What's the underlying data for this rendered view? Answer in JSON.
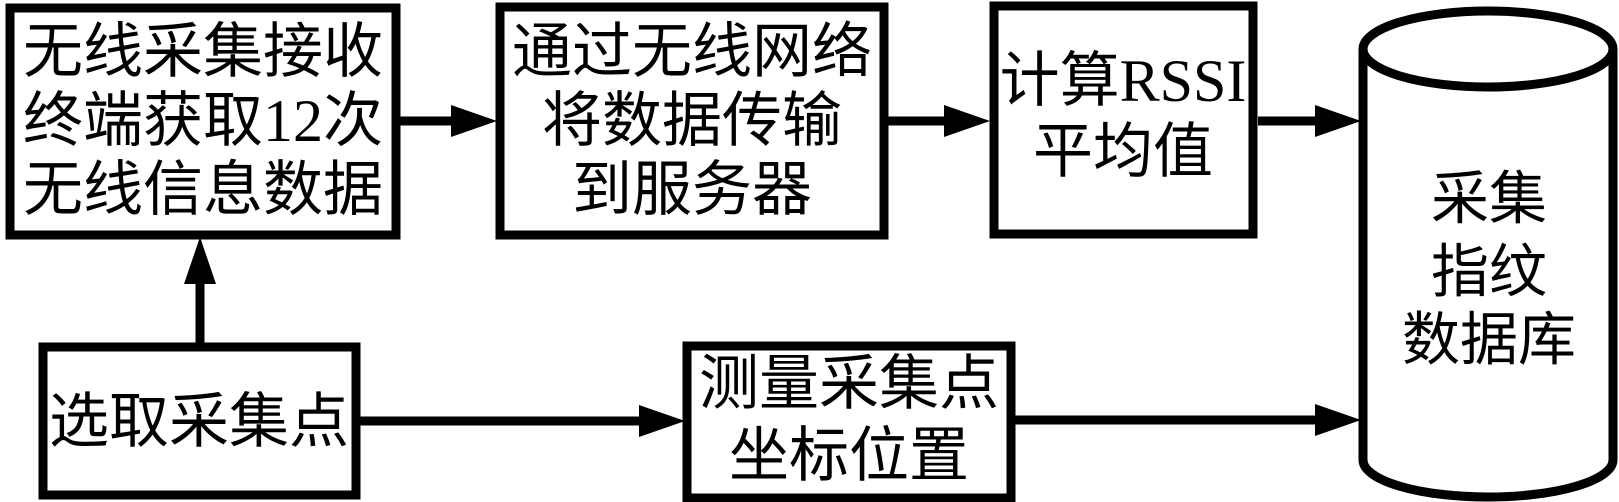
{
  "diagram": {
    "type": "flowchart",
    "background_color": "#ffffff",
    "line_color": "#000000",
    "nodes": {
      "acquire": {
        "shape": "rectangle",
        "lines": [
          "无线采集接收",
          "终端获取12次",
          "无线信息数据"
        ]
      },
      "transmit": {
        "shape": "rectangle",
        "lines": [
          "通过无线网络",
          "将数据传输",
          "到服务器"
        ]
      },
      "rssi": {
        "shape": "rectangle",
        "lines": [
          "计算RSSI",
          "平均值"
        ]
      },
      "select": {
        "shape": "rectangle",
        "lines": [
          "选取采集点"
        ]
      },
      "measure": {
        "shape": "rectangle",
        "lines": [
          "测量采集点",
          "坐标位置"
        ]
      },
      "database": {
        "shape": "cylinder",
        "lines": [
          "采集",
          "指纹",
          "数据库"
        ]
      }
    },
    "edges": [
      {
        "from": "acquire",
        "to": "transmit"
      },
      {
        "from": "transmit",
        "to": "rssi"
      },
      {
        "from": "rssi",
        "to": "database"
      },
      {
        "from": "select",
        "to": "acquire"
      },
      {
        "from": "select",
        "to": "measure"
      },
      {
        "from": "measure",
        "to": "database"
      }
    ]
  }
}
